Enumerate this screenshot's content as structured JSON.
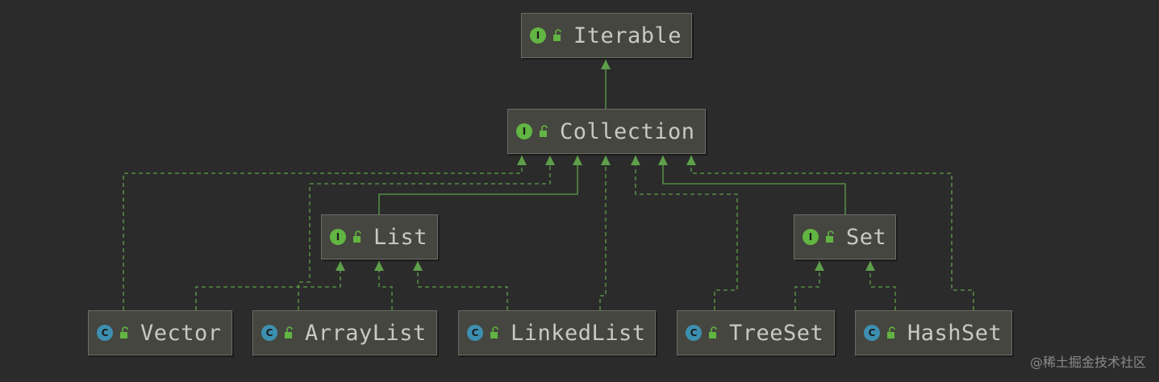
{
  "nodes": [
    {
      "id": "iterable",
      "label": "Iterable",
      "kind": "interface"
    },
    {
      "id": "collection",
      "label": "Collection",
      "kind": "interface"
    },
    {
      "id": "list",
      "label": "List",
      "kind": "interface"
    },
    {
      "id": "set",
      "label": "Set",
      "kind": "interface"
    },
    {
      "id": "vector",
      "label": "Vector",
      "kind": "class"
    },
    {
      "id": "arraylist",
      "label": "ArrayList",
      "kind": "class"
    },
    {
      "id": "linkedlist",
      "label": "LinkedList",
      "kind": "class"
    },
    {
      "id": "treeset",
      "label": "TreeSet",
      "kind": "class"
    },
    {
      "id": "hashset",
      "label": "HashSet",
      "kind": "class"
    }
  ],
  "edges": [
    {
      "from": "collection",
      "to": "iterable",
      "style": "solid"
    },
    {
      "from": "list",
      "to": "collection",
      "style": "solid"
    },
    {
      "from": "set",
      "to": "collection",
      "style": "solid"
    },
    {
      "from": "vector",
      "to": "collection",
      "style": "dashed"
    },
    {
      "from": "arraylist",
      "to": "collection",
      "style": "dashed"
    },
    {
      "from": "linkedlist",
      "to": "collection",
      "style": "dashed"
    },
    {
      "from": "treeset",
      "to": "collection",
      "style": "dashed"
    },
    {
      "from": "hashset",
      "to": "collection",
      "style": "dashed"
    },
    {
      "from": "vector",
      "to": "list",
      "style": "dashed"
    },
    {
      "from": "arraylist",
      "to": "list",
      "style": "dashed"
    },
    {
      "from": "linkedlist",
      "to": "list",
      "style": "dashed"
    },
    {
      "from": "treeset",
      "to": "set",
      "style": "dashed"
    },
    {
      "from": "hashset",
      "to": "set",
      "style": "dashed"
    }
  ],
  "badges": {
    "interface": "I",
    "class": "C"
  },
  "colors": {
    "background": "#2b2b2b",
    "node_fill": "#45463f",
    "edge": "#5ea04a",
    "interface_badge": "#62b543",
    "class_badge": "#3d8fb0"
  },
  "icons": {
    "visibility": "unlock-icon"
  },
  "watermark": "@稀土掘金技术社区"
}
